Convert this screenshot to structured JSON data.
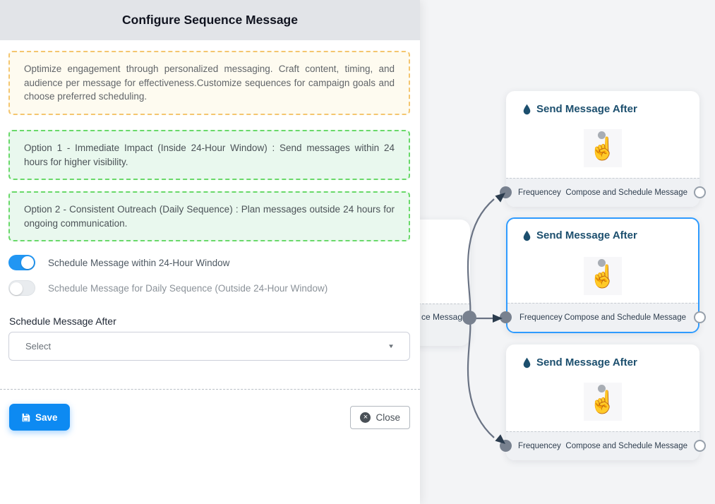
{
  "panel": {
    "title": "Configure Sequence Message",
    "intro_note": "Optimize engagement through personalized messaging. Craft content, timing, and audience per message for effectiveness.Customize sequences for campaign goals and choose preferred scheduling.",
    "option1_note": "Option 1 - Immediate Impact (Inside 24-Hour Window) : Send messages within 24 hours for higher visibility.",
    "option2_note": "Option 2 - Consistent Outreach (Daily Sequence) : Plan messages outside 24 hours for ongoing communication.",
    "toggle_within": {
      "label": "Schedule Message within 24-Hour Window",
      "state": "on"
    },
    "toggle_daily": {
      "label": "Schedule Message for Daily Sequence (Outside 24-Hour Window)",
      "state": "off"
    },
    "schedule_after_label": "Schedule Message After",
    "select_value": "Select",
    "save_label": "Save",
    "close_label": "Close"
  },
  "canvas": {
    "partial_node_visible_label": "ce Message",
    "nodes": [
      {
        "title": "Send Message After",
        "left_label": "Frequencey",
        "right_label": "Compose and Schedule Message",
        "selected": false
      },
      {
        "title": "Send Message After",
        "left_label": "Frequencey",
        "right_label": "Compose and Schedule Message",
        "selected": true
      },
      {
        "title": "Send Message After",
        "left_label": "Frequencey",
        "right_label": "Compose and Schedule Message",
        "selected": false
      }
    ]
  },
  "colors": {
    "accent_blue": "#2196f3",
    "selected_node_border": "#2e9bff",
    "save_button": "#0d8af2",
    "node_title": "#1c4f6e",
    "warning_border": "#f4c66f",
    "success_border": "#69d969",
    "edge_stroke": "#6a7384",
    "arrowhead": "#2b3c4e",
    "header_bg": "#e2e4e8",
    "canvas_bg": "#f3f4f6"
  }
}
